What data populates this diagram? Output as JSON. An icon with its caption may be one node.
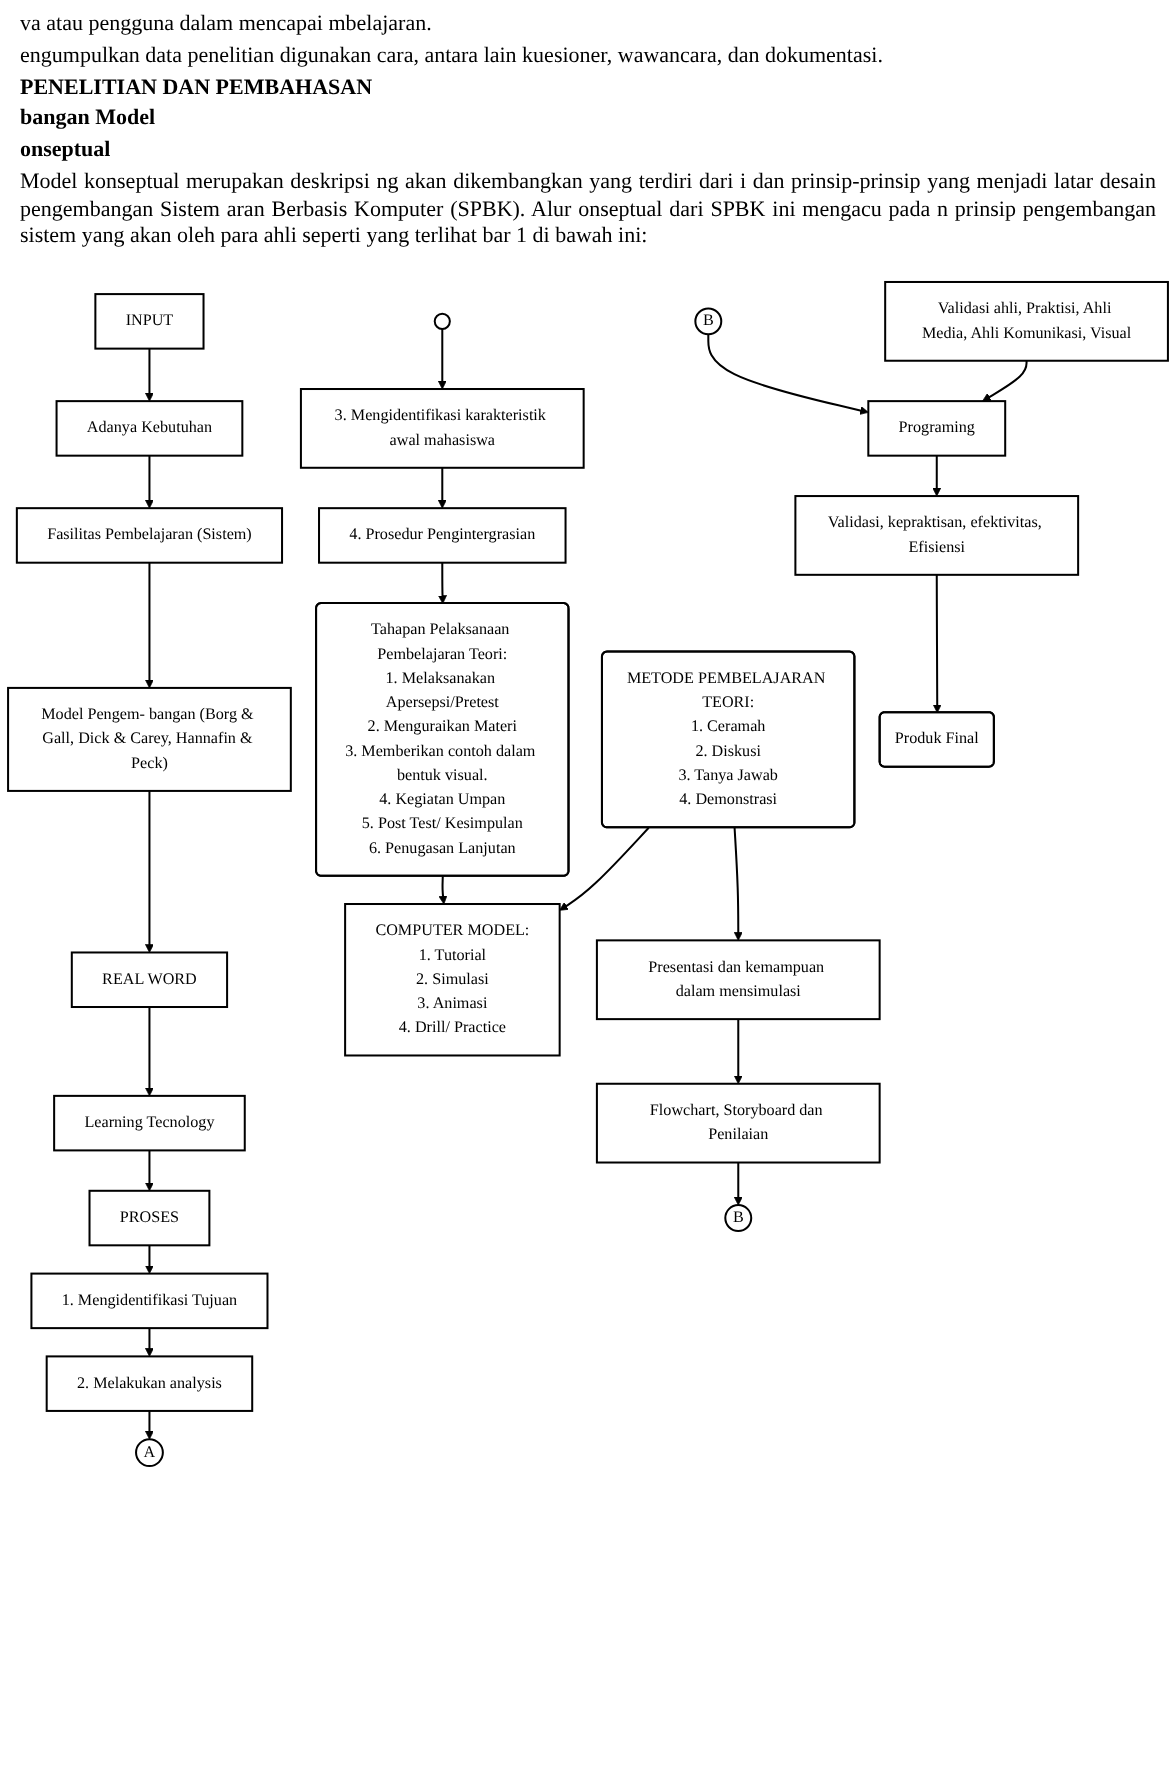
{
  "diagram": {
    "nodes": [
      {
        "text": [
          "INPUT"
        ]
      },
      {
        "text": [
          "Adanya Kebutuhan"
        ]
      },
      {
        "text": [
          "Model Pengem- bangan (Borg & Gall, Dick & Carey, Hannafin & Peck)"
        ]
      },
      {
        "text": [
          "Fasilitas Pembelajaran (Sistem)"
        ]
      },
      {
        "text": [
          "REAL WORD"
        ]
      },
      {
        "text": [
          "Learning Tecnology"
        ]
      },
      {
        "text": [
          "PROSES"
        ]
      },
      {
        "text": [
          "1. Mengidentifikasi Tujuan"
        ]
      },
      {
        "text": [
          "2. Melakukan analysis"
        ]
      },
      {
        "text": [
          "A"
        ]
      },
      {
        "text": [],
        "shape": "circle"
      },
      {
        "text": [
          "3. Mengidentifikasi karakteristik awal mahasiswa"
        ]
      },
      {
        "text": [
          "4. Prosedur Pengintergrasian"
        ]
      },
      {
        "text": [
          "Tahapan Pelaksanaan Pembelajaran Teori:",
          "1. Melaksanakan Apersepsi/Pretest",
          "2. Menguraikan Materi",
          "3. Memberikan contoh dalam bentuk visual.",
          "4. Kegiatan Umpan",
          "5. Post Test/ Kesimpulan",
          "6. Penugasan Lanjutan"
        ]
      },
      {
        "text": [
          "COMPUTER MODEL:",
          "1. Tutorial",
          "2. Simulasi",
          "3. Animasi",
          "4. Drill/ Practice"
        ]
      },
      {
        "text": [
          "METODE PEMBELAJARAN TEORI:",
          "1. Ceramah",
          "2. Diskusi",
          "3. Tanya Jawab",
          "4. Demonstrasi"
        ]
      },
      {
        "text": [
          "Presentasi dan kemampuan dalam mensimulasi"
        ]
      },
      {
        "text": [
          "Flowchart, Storyboard dan Penilaian"
        ]
      },
      {
        "text": [
          "B"
        ]
      },
      {
        "text": [
          "B"
        ]
      },
      {
        "text": [
          "Programing"
        ]
      },
      {
        "text": [
          "Validasi ahli, Praktisi, Ahli Media, Ahli Komunikasi, Visual"
        ]
      },
      {
        "text": [
          "Validasi, kepraktisan, efektivitas, Efisiensi"
        ]
      },
      {
        "text": [
          "Produk Final"
        ]
      }
    ],
    "edges": [
      {
        "from": 0,
        "to": 1,
        "arrow": "to"
      },
      {
        "from": 1,
        "to": 3,
        "arrow": "to"
      },
      {
        "from": 3,
        "to": 2,
        "arrow": "to"
      },
      {
        "from": 2,
        "to": 4,
        "arrow": "to"
      },
      {
        "from": 4,
        "to": 5,
        "arrow": "to"
      },
      {
        "from": 5,
        "to": 6,
        "arrow": "to"
      },
      {
        "from": 6,
        "to": 7,
        "arrow": "to"
      },
      {
        "from": 7,
        "to": 8,
        "arrow": "to"
      },
      {
        "from": 8,
        "to": 9,
        "arrow": "to"
      },
      {
        "from": 10,
        "to": 11,
        "arrow": "to"
      },
      {
        "from": 11,
        "to": 12,
        "arrow": "to"
      },
      {
        "from": 12,
        "to": 13,
        "arrow": "to"
      },
      {
        "from": 13,
        "to": 14,
        "arrow": "to"
      },
      {
        "from": 15,
        "to": 14,
        "arrow": "to"
      },
      {
        "from": 15,
        "to": 16,
        "arrow": "to"
      },
      {
        "from": 16,
        "to": 17,
        "arrow": "to"
      },
      {
        "from": 17,
        "to": 18,
        "arrow": "to"
      },
      {
        "from": 19,
        "to": 20,
        "arrow": "to"
      },
      {
        "from": 21,
        "to": 20,
        "arrow": "to"
      },
      {
        "from": 20,
        "to": 22,
        "arrow": "to"
      },
      {
        "from": 22,
        "to": 23,
        "arrow": "to"
      }
    ],
    "labels": [
      "va atau pengguna dalam mencapai mbelajaran.",
      "engumpulkan data penelitian digunakan cara, antara lain kuesioner, wawancara, dan dokumentasi.",
      "PENELITIAN DAN PEMBAHASAN",
      "bangan Model",
      "onseptual",
      "Model konseptual merupakan deskripsi ng akan dikembangkan yang terdiri dari i dan prinsip-prinsip yang menjadi latar desain pengembangan Sistem aran Berbasis Komputer (SPBK). Alur onseptual dari SPBK ini mengacu pada n prinsip pengembangan sistem yang akan oleh para ahli seperti yang terlihat bar 1 di bawah ini:"
    ]
  }
}
